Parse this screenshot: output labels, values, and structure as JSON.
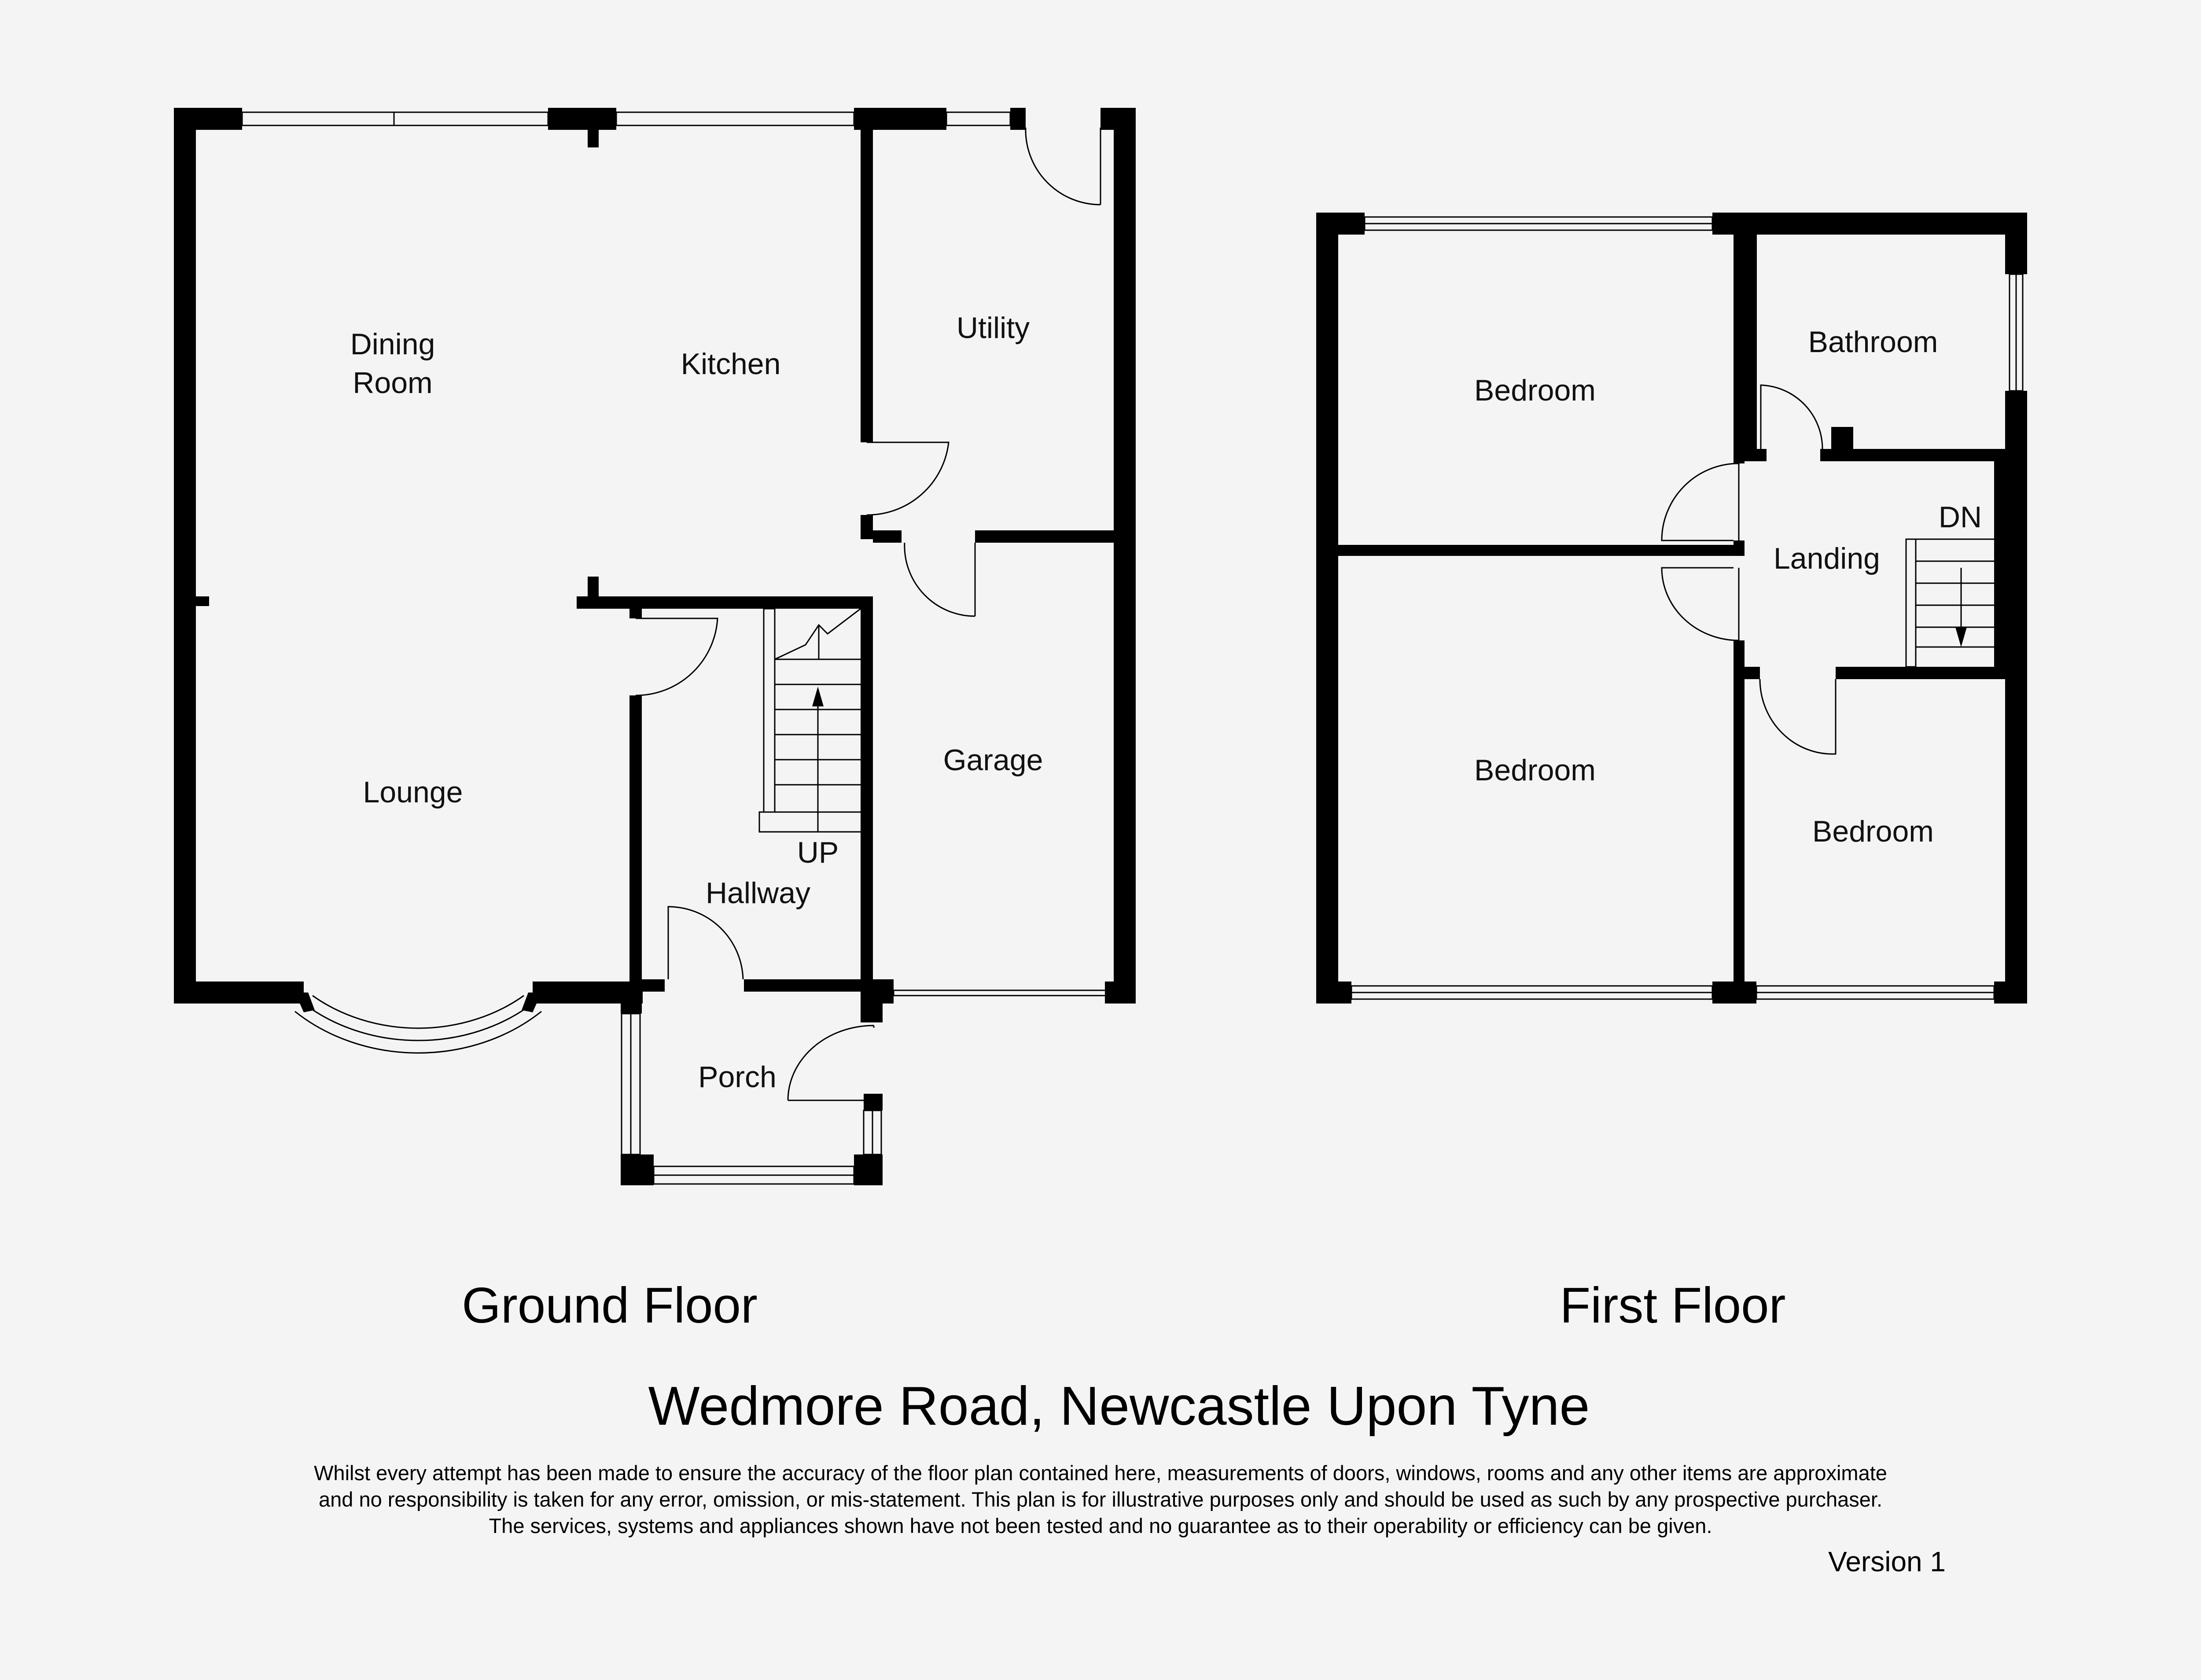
{
  "ground_floor": {
    "title": "Ground Floor",
    "rooms": {
      "dining_room_line1": "Dining",
      "dining_room_line2": "Room",
      "kitchen": "Kitchen",
      "utility": "Utility",
      "lounge": "Lounge",
      "hallway": "Hallway",
      "garage": "Garage",
      "porch": "Porch"
    },
    "stairs_label": "UP"
  },
  "first_floor": {
    "title": "First Floor",
    "rooms": {
      "bedroom_front": "Bedroom",
      "bathroom": "Bathroom",
      "landing": "Landing",
      "bedroom_rear": "Bedroom",
      "bedroom_small": "Bedroom"
    },
    "stairs_label": "DN"
  },
  "property_title": "Wedmore Road, Newcastle Upon Tyne",
  "disclaimer": {
    "line1": "Whilst every attempt has been made to ensure the accuracy of the floor plan contained here, measurements of doors, windows, rooms and any other items are approximate",
    "line2": "and no responsibility is taken for any error, omission, or mis-statement. This plan is for illustrative purposes only and should be used as such by any prospective purchaser.",
    "line3": "The services, systems and appliances shown have not been tested and no guarantee as to their operability or efficiency can be given."
  },
  "version": "Version 1"
}
